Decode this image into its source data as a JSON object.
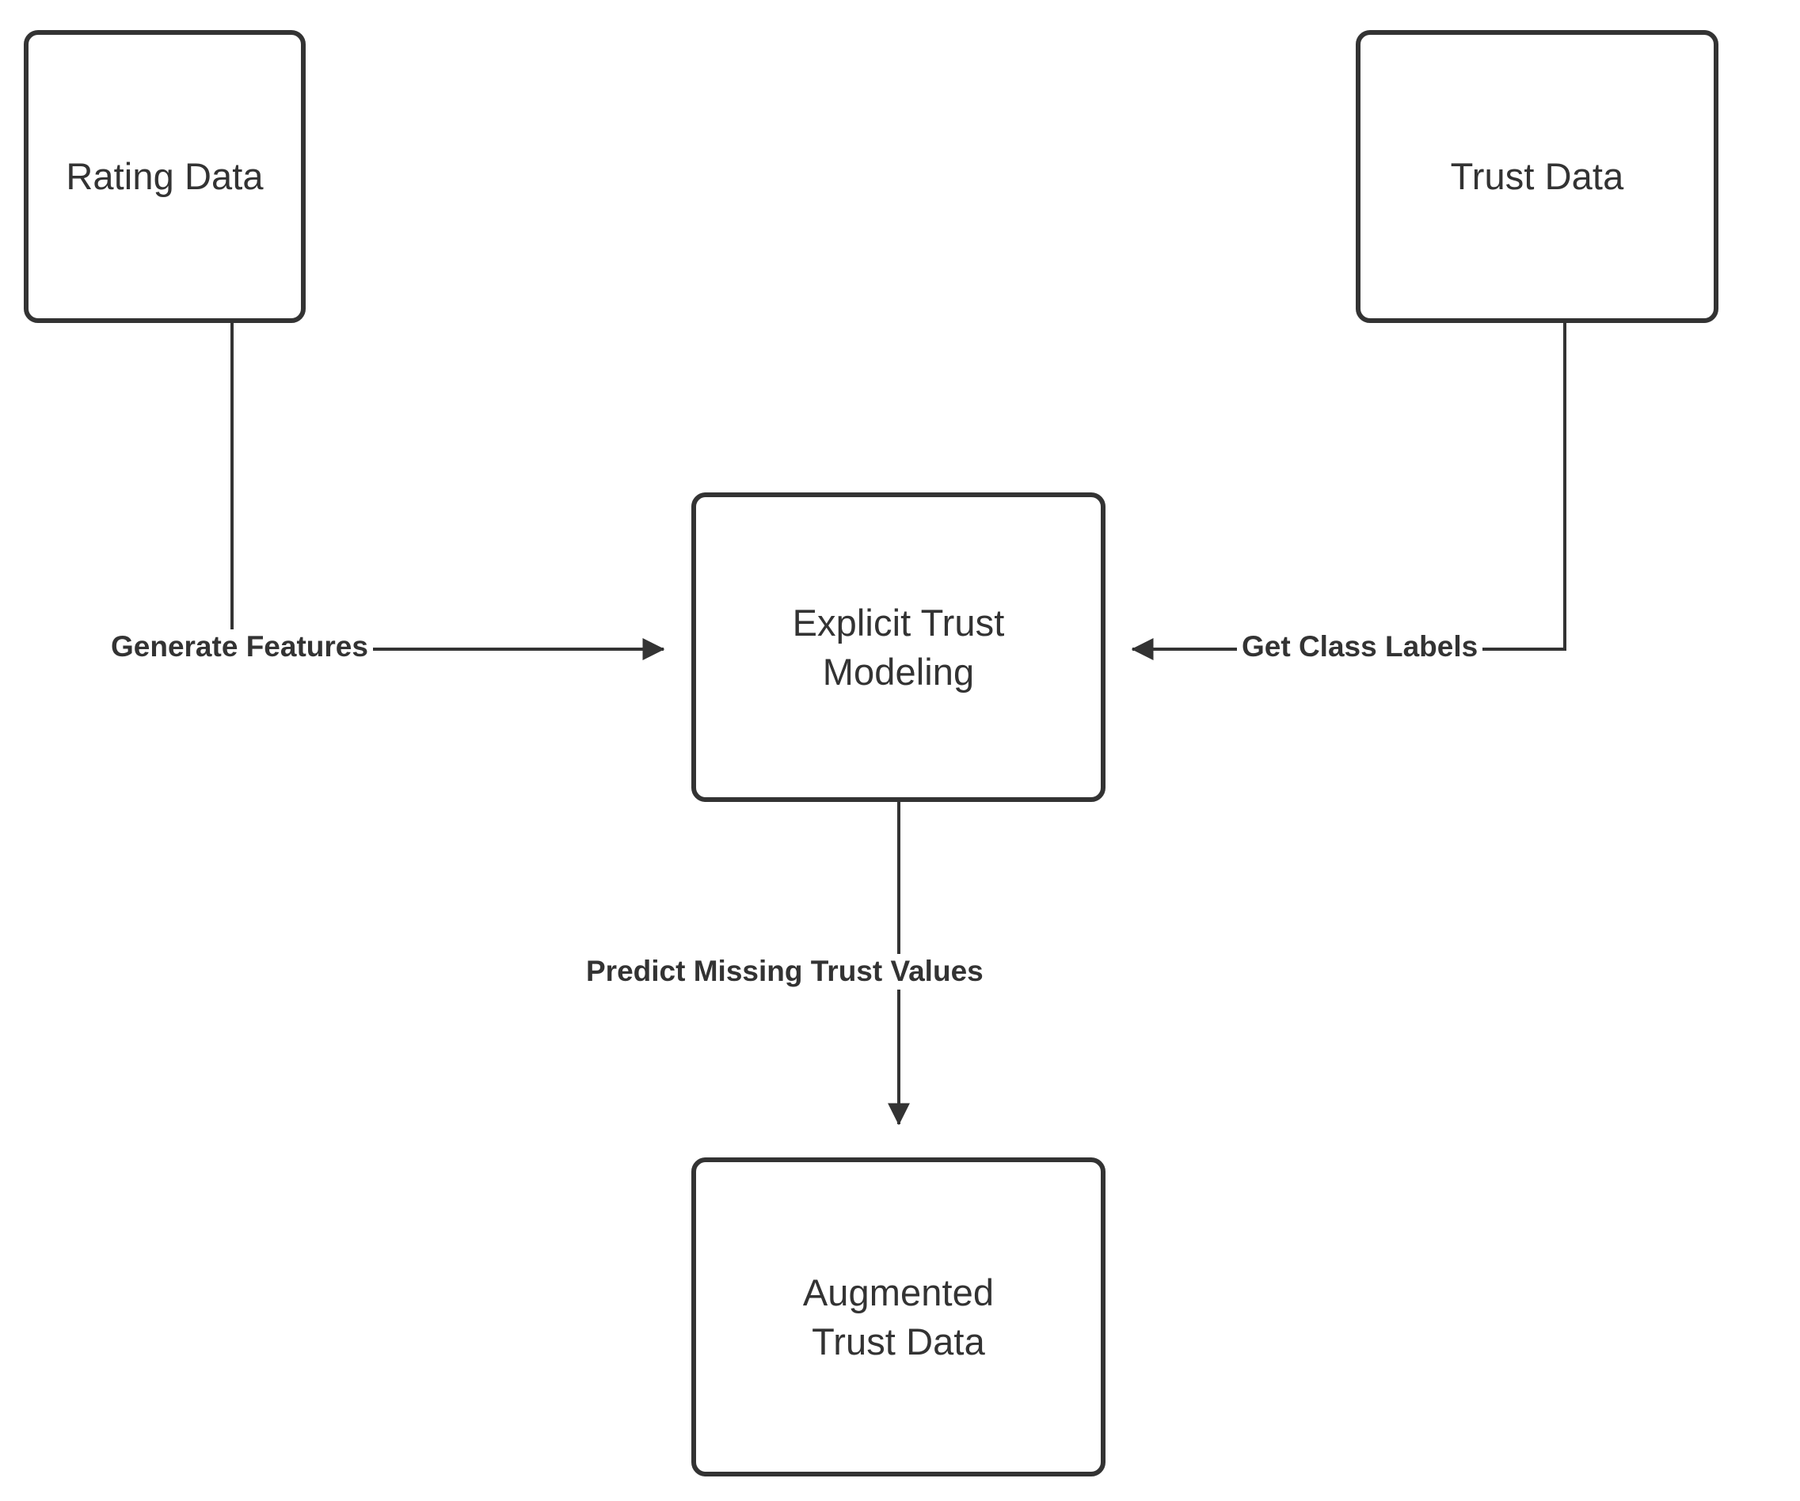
{
  "diagram": {
    "type": "flowchart",
    "background_color": "#ffffff",
    "stroke_color": "#333333",
    "node_fill": "#ffffff",
    "nodes": [
      {
        "id": "rating-data",
        "label": "Rating Data"
      },
      {
        "id": "trust-data",
        "label": "Trust Data"
      },
      {
        "id": "explicit-trust-modeling",
        "label": "Explicit Trust\nModeling"
      },
      {
        "id": "augmented-trust-data",
        "label": "Augmented\nTrust Data"
      }
    ],
    "edges": [
      {
        "id": "rating-to-model",
        "from": "rating-data",
        "to": "explicit-trust-modeling",
        "label": "Generate Features"
      },
      {
        "id": "trust-to-model",
        "from": "trust-data",
        "to": "explicit-trust-modeling",
        "label": "Get Class Labels"
      },
      {
        "id": "model-to-augmented",
        "from": "explicit-trust-modeling",
        "to": "augmented-trust-data",
        "label": "Predict Missing Trust Values"
      }
    ]
  }
}
